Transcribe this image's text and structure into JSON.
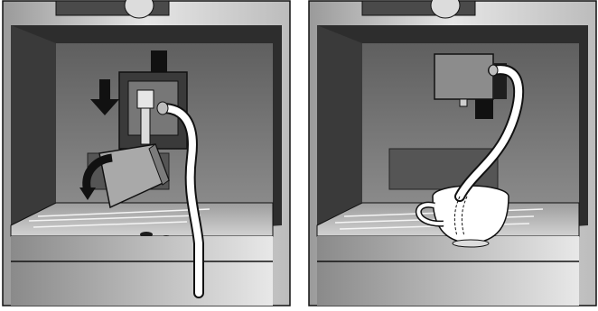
{
  "figure": {
    "panels": [
      {
        "id": "left",
        "content": "milk-spout-attach"
      },
      {
        "id": "right",
        "content": "milk-dispensing-into-cup"
      }
    ]
  },
  "colors": {
    "frame_outer": "#d8d8d8",
    "frame_dark": "#2e2e2e",
    "recess_back": "#6f6f6f",
    "drip_tray": "#bdbdbd",
    "line": "#111111",
    "white": "#ffffff"
  }
}
